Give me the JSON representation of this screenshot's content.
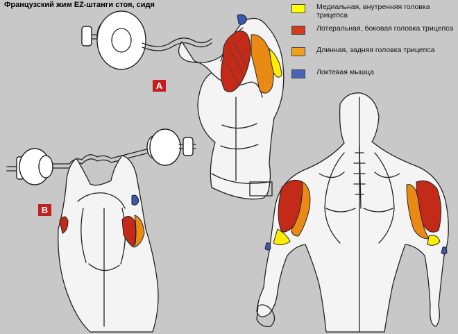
{
  "title": "Французский жим EZ-штанги стоя, сидя",
  "legend": [
    {
      "label": "Медиальная, внутренняя головка трицепса",
      "color": "#ffff00"
    },
    {
      "label": "Лотеральная, боковая головка трицепса",
      "color": "#d03a1e"
    },
    {
      "label": "Длинная, задняя головка трицепса",
      "color": "#f0a01e"
    },
    {
      "label": "Локтевая мышца",
      "color": "#4a64b4"
    }
  ],
  "badges": {
    "a": "A",
    "b": "B"
  },
  "colors": {
    "medial": "#ffee00",
    "lateral": "#c42a18",
    "long": "#e88a14",
    "anconeus": "#3a58b0",
    "outline": "#222222",
    "body_fill": "#f4f4f4",
    "plate_fill": "#ffffff"
  },
  "icons": {
    "barbell": "barbell-icon",
    "figure": "anatomy-figure"
  }
}
